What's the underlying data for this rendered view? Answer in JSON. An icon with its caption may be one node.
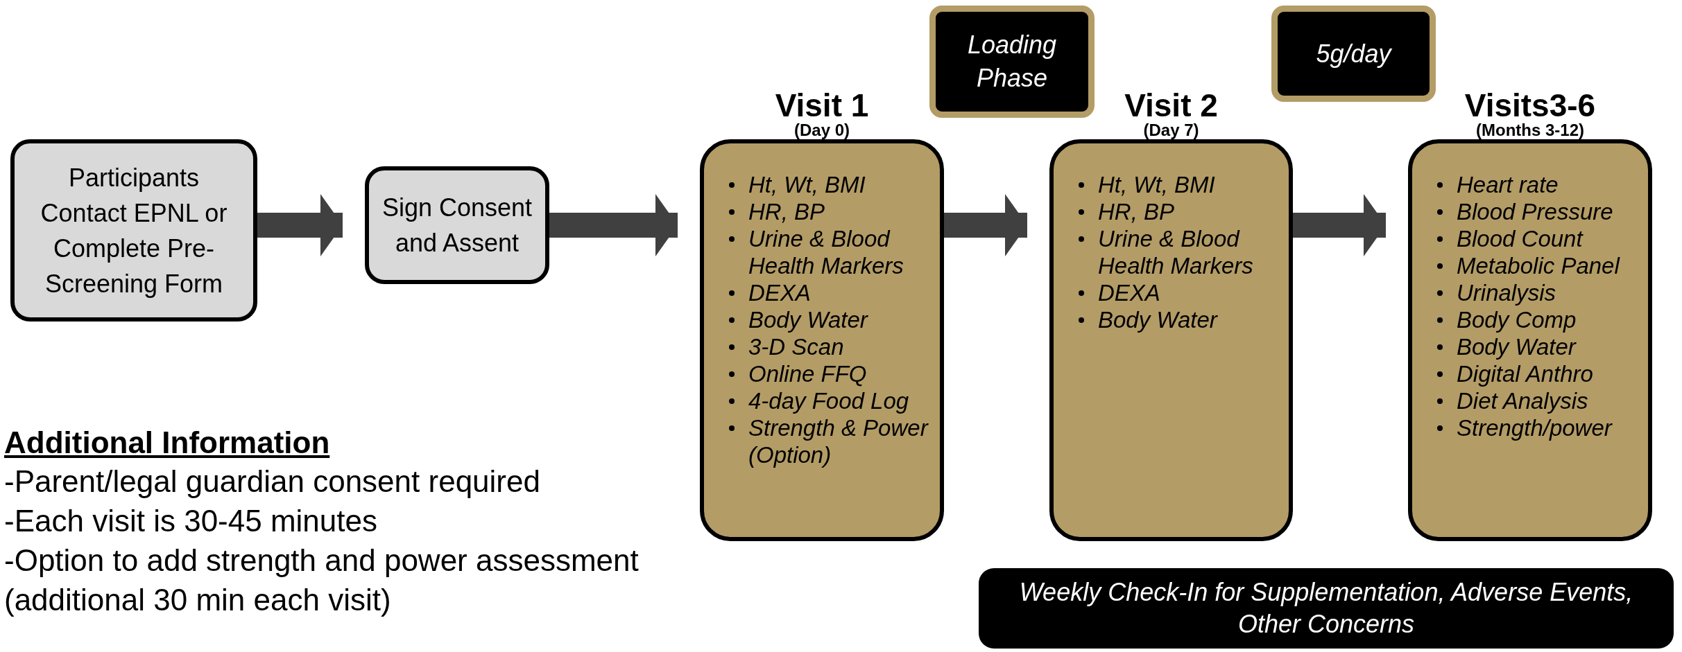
{
  "diagram": {
    "nodes": [
      {
        "text": [
          "Participants Contact EPNL or Complete Pre-Screening Form"
        ]
      },
      {
        "text": [
          "Sign Consent and Assent"
        ]
      },
      {
        "text": [
          "Visit 1",
          "(Day 0)",
          "Ht, Wt, BMI",
          "HR, BP",
          "Urine & Blood Health Markers",
          "DEXA",
          "Body Water",
          "3-D Scan",
          "Online FFQ",
          "4-day Food Log",
          "Strength & Power (Option)"
        ]
      },
      {
        "text": [
          "Visit 2",
          "(Day 7)",
          "Ht, Wt, BMI",
          "HR, BP",
          "Urine & Blood Health Markers",
          "DEXA",
          "Body Water"
        ]
      },
      {
        "text": [
          "Visits3-6",
          "(Months 3-12)",
          "Heart rate",
          "Blood Pressure",
          "Blood Count",
          "Metabolic Panel",
          "Urinalysis",
          "Body Comp",
          "Body Water",
          "Digital Anthro",
          "Diet Analysis",
          "Strength/power"
        ]
      },
      {
        "text": [
          "Loading Phase"
        ]
      },
      {
        "text": [
          "5g/day"
        ]
      },
      {
        "text": [
          "Weekly Check-In for Supplementation, Adverse Events, Other Concerns"
        ]
      }
    ],
    "edges": [
      {
        "from": 0,
        "to": 1,
        "arrow": "to"
      },
      {
        "from": 1,
        "to": 2,
        "arrow": "to"
      },
      {
        "from": 2,
        "to": 3,
        "arrow": "to"
      },
      {
        "from": 3,
        "to": 4,
        "arrow": "to"
      }
    ],
    "labels": [
      "Additional Information",
      "-Parent/legal guardian consent required",
      "-Each visit is 30-45 minutes",
      "-Option to add strength and power assessment (additional 30 min each visit)"
    ]
  }
}
